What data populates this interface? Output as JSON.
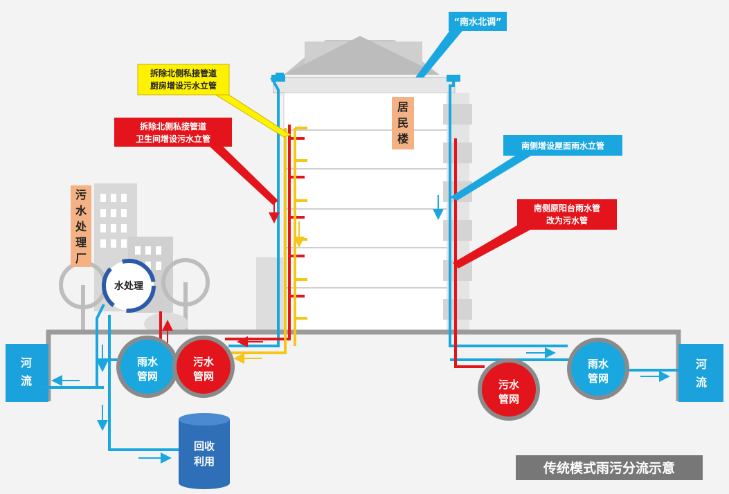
{
  "labels": {
    "south_north": "“南水北调”",
    "residential": [
      "居",
      "民",
      "楼"
    ],
    "north_kitchen": [
      "拆除北侧私接管道",
      "厨房增设污水立管"
    ],
    "north_toilet": [
      "拆除北侧私接管道",
      "卫生间增设污水立管"
    ],
    "south_roof": "南侧增设屋面雨水立管",
    "south_balcony": [
      "南侧原阳台雨水管",
      "改为污水管"
    ],
    "plant": [
      "污",
      "水",
      "处",
      "理",
      "厂"
    ],
    "water_treatment": "水处理",
    "river_left": [
      "河",
      "流"
    ],
    "river_right": [
      "河",
      "流"
    ],
    "rain_net_left": [
      "雨水",
      "管网"
    ],
    "sewage_net_left": [
      "污水",
      "管网"
    ],
    "sewage_net_right": [
      "污水",
      "管网"
    ],
    "rain_net_right": [
      "雨水",
      "管网"
    ],
    "recycle": [
      "回收",
      "利用"
    ],
    "caption": "传统模式雨污分流示意"
  },
  "colors": {
    "rain": "#1aa7e0",
    "sewage": "#e3141b",
    "kitchen": "#f5c518",
    "ground": "#9b9b9b",
    "river": "#1ba1dc",
    "tank": "#2f6fb7",
    "caption_bg": "#777777",
    "callout_yellow": "#fff200",
    "label_orange": "#f4b183"
  },
  "icons": [
    "building-icon",
    "tree-icon",
    "cycle-arrow-icon",
    "tank-icon",
    "arrow-icon"
  ]
}
